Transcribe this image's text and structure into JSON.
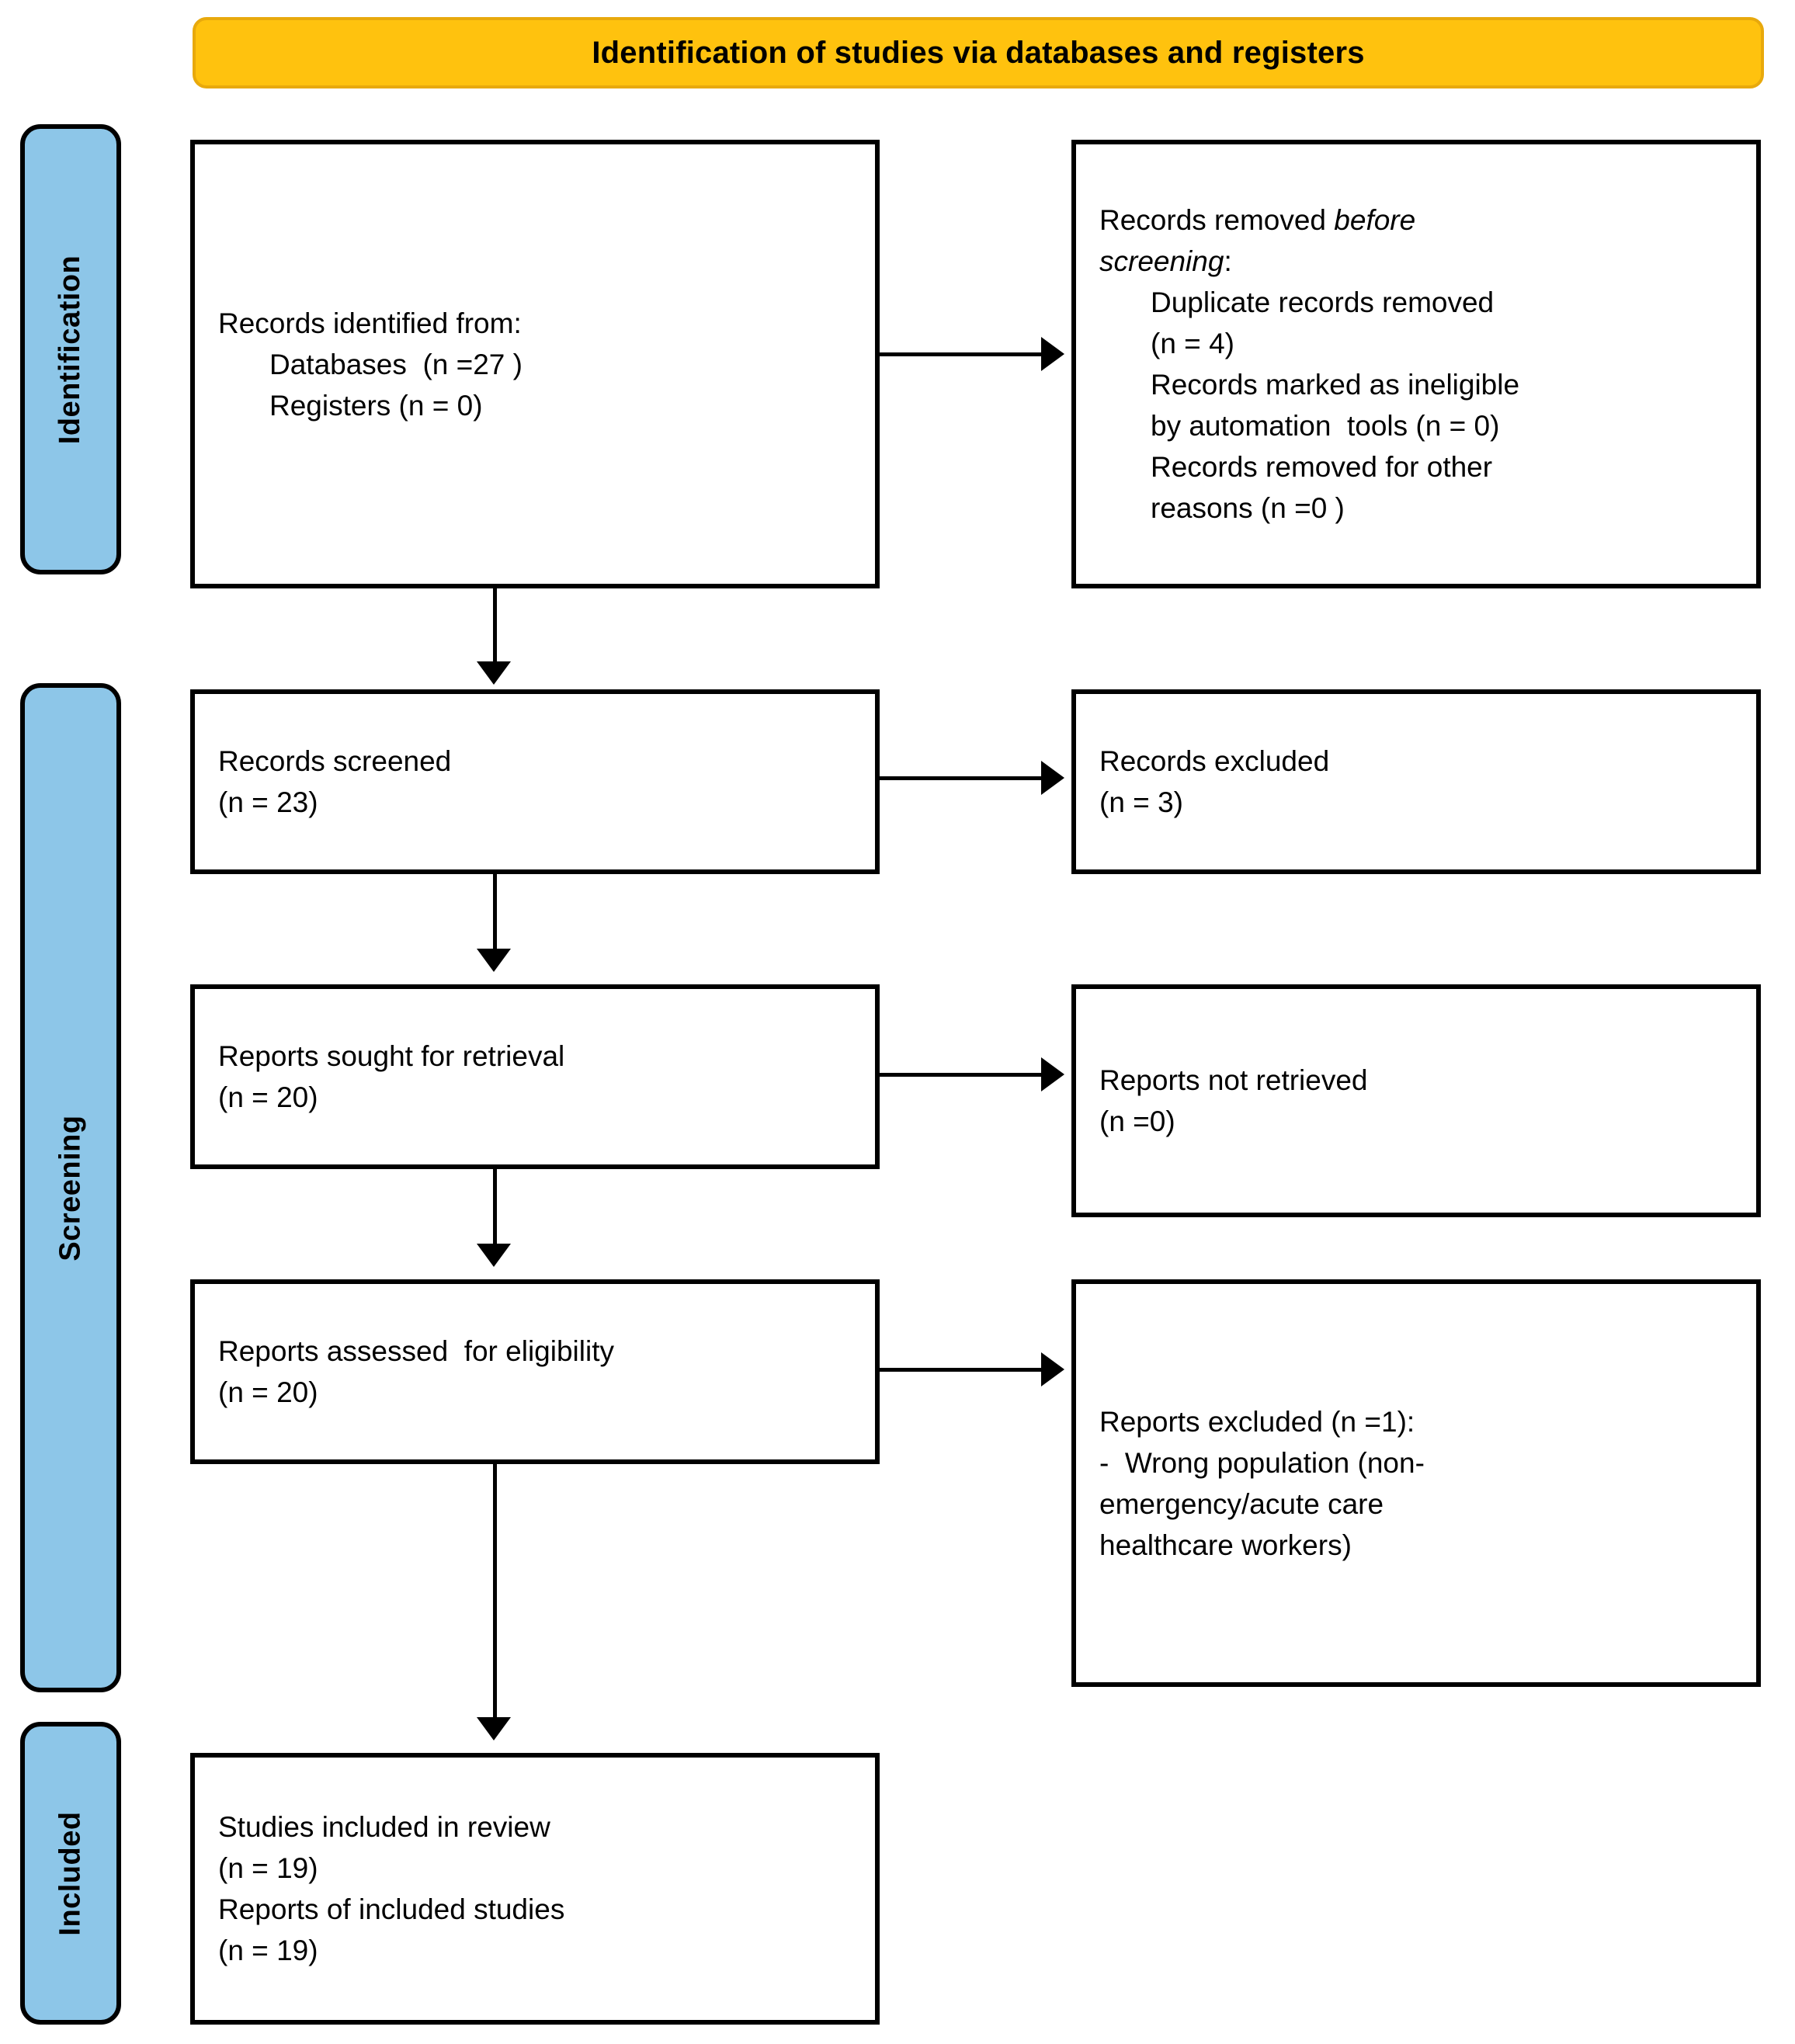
{
  "banner": {
    "title": "Identification of studies via databases and registers"
  },
  "colors": {
    "banner_fill": "#FFC20E",
    "banner_border": "#E8A90C",
    "stage_tab_fill": "#8DC6E8",
    "box_border": "#000000",
    "text": "#000000"
  },
  "stages": [
    {
      "id": "identification",
      "label": "Identification"
    },
    {
      "id": "screening",
      "label": "Screening"
    },
    {
      "id": "included",
      "label": "Included"
    }
  ],
  "boxes": {
    "identified": {
      "lines": [
        {
          "text": "Records identified from:",
          "indent": false
        },
        {
          "text": "Databases  (n =27 )",
          "indent": true
        },
        {
          "text": "Registers (n = 0)",
          "indent": true
        }
      ]
    },
    "removed_before_screening": {
      "lines": [
        {
          "text": "Records removed ",
          "italic_tail": "before",
          "indent": false
        },
        {
          "text": "",
          "italic_tail": "screening",
          "suffix": ":",
          "indent": false
        },
        {
          "text": "Duplicate records removed",
          "indent": true
        },
        {
          "text": "(n = 4)",
          "indent": true
        },
        {
          "text": "Records marked as ineligible",
          "indent": true
        },
        {
          "text": "by automation  tools (n = 0)",
          "indent": true
        },
        {
          "text": "Records removed for other",
          "indent": true
        },
        {
          "text": "reasons (n =0 )",
          "indent": true
        }
      ]
    },
    "screened": {
      "lines": [
        {
          "text": "Records screened",
          "indent": false
        },
        {
          "text": "(n = 23)",
          "indent": false
        }
      ]
    },
    "records_excluded": {
      "lines": [
        {
          "text": "Records excluded",
          "indent": false
        },
        {
          "text": "(n = 3)",
          "indent": false
        }
      ]
    },
    "sought_for_retrieval": {
      "lines": [
        {
          "text": "Reports sought for retrieval",
          "indent": false
        },
        {
          "text": "(n = 20)",
          "indent": false
        }
      ]
    },
    "not_retrieved": {
      "lines": [
        {
          "text": "Reports not retrieved",
          "indent": false
        },
        {
          "text": "(n =0)",
          "indent": false
        }
      ]
    },
    "assessed_for_eligibility": {
      "lines": [
        {
          "text": "Reports assessed  for eligibility",
          "indent": false
        },
        {
          "text": "(n = 20)",
          "indent": false
        }
      ]
    },
    "reports_excluded": {
      "lines": [
        {
          "text": "Reports excluded (n =1):",
          "indent": false
        },
        {
          "text": "-  Wrong population (non-",
          "indent": false
        },
        {
          "text": "emergency/acute care",
          "indent": false
        },
        {
          "text": "healthcare workers)",
          "indent": false
        }
      ]
    },
    "studies_included": {
      "lines": [
        {
          "text": "Studies included in review",
          "indent": false
        },
        {
          "text": "(n = 19)",
          "indent": false
        },
        {
          "text": "Reports of included studies",
          "indent": false
        },
        {
          "text": "(n = 19)",
          "indent": false
        }
      ]
    }
  },
  "chart_data": {
    "type": "diagram",
    "title": "Identification of studies via databases and registers",
    "nodes": [
      {
        "id": "identified",
        "stage": "Identification",
        "column": "left",
        "label": "Records identified from: Databases (n =27 ); Registers (n = 0)",
        "n_databases": 27,
        "n_registers": 0
      },
      {
        "id": "removed_before_screening",
        "stage": "Identification",
        "column": "right",
        "label": "Records removed before screening",
        "n_duplicates": 4,
        "n_ineligible_automation": 0,
        "n_other_reasons": 0
      },
      {
        "id": "screened",
        "stage": "Screening",
        "column": "left",
        "label": "Records screened",
        "n": 23
      },
      {
        "id": "records_excluded",
        "stage": "Screening",
        "column": "right",
        "label": "Records excluded",
        "n": 3
      },
      {
        "id": "sought_for_retrieval",
        "stage": "Screening",
        "column": "left",
        "label": "Reports sought for retrieval",
        "n": 20
      },
      {
        "id": "not_retrieved",
        "stage": "Screening",
        "column": "right",
        "label": "Reports not retrieved",
        "n": 0
      },
      {
        "id": "assessed_for_eligibility",
        "stage": "Screening",
        "column": "left",
        "label": "Reports assessed for eligibility",
        "n": 20
      },
      {
        "id": "reports_excluded",
        "stage": "Screening",
        "column": "right",
        "label": "Reports excluded - Wrong population (non-emergency/acute care healthcare workers)",
        "n": 1
      },
      {
        "id": "studies_included",
        "stage": "Included",
        "column": "left",
        "label": "Studies included in review / Reports of included studies",
        "n_studies": 19,
        "n_reports": 19
      }
    ],
    "edges": [
      {
        "from": "identified",
        "to": "removed_before_screening",
        "direction": "right"
      },
      {
        "from": "identified",
        "to": "screened",
        "direction": "down"
      },
      {
        "from": "screened",
        "to": "records_excluded",
        "direction": "right"
      },
      {
        "from": "screened",
        "to": "sought_for_retrieval",
        "direction": "down"
      },
      {
        "from": "sought_for_retrieval",
        "to": "not_retrieved",
        "direction": "right"
      },
      {
        "from": "sought_for_retrieval",
        "to": "assessed_for_eligibility",
        "direction": "down"
      },
      {
        "from": "assessed_for_eligibility",
        "to": "reports_excluded",
        "direction": "right"
      },
      {
        "from": "assessed_for_eligibility",
        "to": "studies_included",
        "direction": "down"
      }
    ]
  }
}
